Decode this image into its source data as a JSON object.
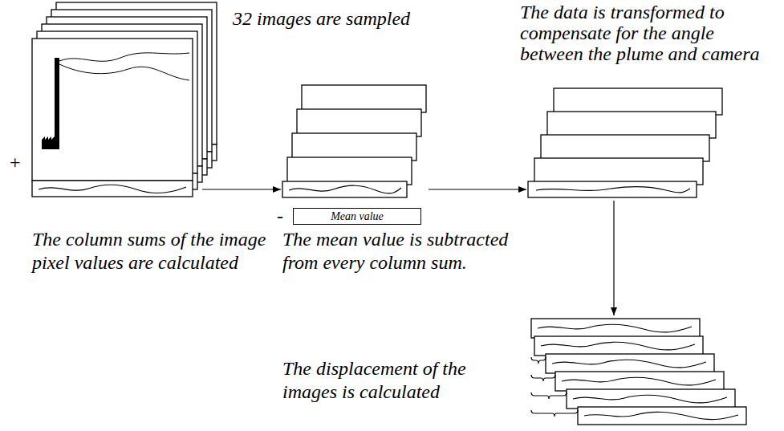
{
  "diagram": {
    "nodes": [
      {
        "text": [
          "32 images are sampled",
          "The column sums of the image pixel values are calculated"
        ]
      },
      {
        "text": [
          "The mean value is subtracted from every column sum."
        ]
      },
      {
        "text": [
          "Mean value"
        ]
      },
      {
        "text": [
          "The data is transformed to compensate for the angle between the plume and camera"
        ]
      },
      {
        "text": [
          "The displacement of the images is calculated"
        ]
      }
    ],
    "edges": [
      {
        "from": 0,
        "to": 1,
        "arrow": "to"
      },
      {
        "from": 1,
        "to": 3,
        "arrow": "to"
      },
      {
        "from": 3,
        "to": 4,
        "arrow": "to"
      }
    ],
    "labels": [
      "+",
      "-"
    ]
  }
}
